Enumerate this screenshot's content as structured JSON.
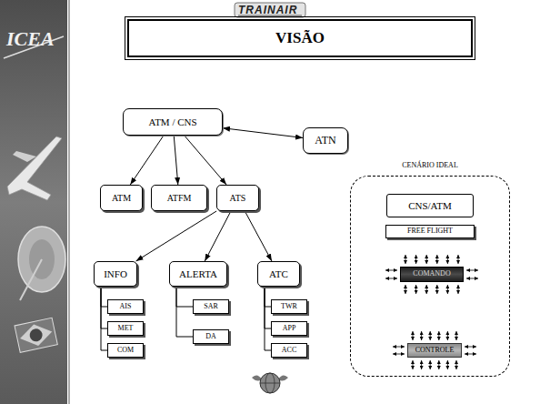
{
  "diagram": {
    "title": "VISÃO",
    "nodes": [
      {
        "text": [
          "ATM / CNS"
        ]
      },
      {
        "text": [
          "ATN"
        ]
      },
      {
        "text": [
          "ATM"
        ]
      },
      {
        "text": [
          "ATFM"
        ]
      },
      {
        "text": [
          "ATS"
        ]
      },
      {
        "text": [
          "INFO"
        ]
      },
      {
        "text": [
          "ALERTA"
        ]
      },
      {
        "text": [
          "ATC"
        ]
      },
      {
        "text": [
          "AIS"
        ]
      },
      {
        "text": [
          "MET"
        ]
      },
      {
        "text": [
          "COM"
        ]
      },
      {
        "text": [
          "SAR"
        ]
      },
      {
        "text": [
          "DA"
        ]
      },
      {
        "text": [
          "TWR"
        ]
      },
      {
        "text": [
          "APP"
        ]
      },
      {
        "text": [
          "ACC"
        ]
      },
      {
        "text": [
          "CENÁRIO IDEAL"
        ]
      },
      {
        "text": [
          "CNS/ATM"
        ],
        "in": 16
      },
      {
        "text": [
          "FREE FLIGHT"
        ],
        "in": 16
      },
      {
        "text": [
          "COMANDO"
        ],
        "in": 16
      },
      {
        "text": [
          "CONTROLE"
        ],
        "in": 16
      }
    ],
    "edges": [
      {
        "from": 0,
        "to": 1,
        "arrow": "both"
      },
      {
        "from": 0,
        "to": 2,
        "arrow": "to"
      },
      {
        "from": 0,
        "to": 3,
        "arrow": "to"
      },
      {
        "from": 0,
        "to": 4,
        "arrow": "to"
      },
      {
        "from": 4,
        "to": 5,
        "arrow": "to"
      },
      {
        "from": 4,
        "to": 6,
        "arrow": "to"
      },
      {
        "from": 4,
        "to": 7,
        "arrow": "to"
      },
      {
        "from": 5,
        "to": 8,
        "arrow": "none"
      },
      {
        "from": 5,
        "to": 9,
        "arrow": "none"
      },
      {
        "from": 5,
        "to": 10,
        "arrow": "none"
      },
      {
        "from": 6,
        "to": 11,
        "arrow": "none"
      },
      {
        "from": 6,
        "to": 12,
        "arrow": "none"
      },
      {
        "from": 7,
        "to": 13,
        "arrow": "none"
      },
      {
        "from": 7,
        "to": 14,
        "arrow": "none"
      },
      {
        "from": 7,
        "to": 15,
        "arrow": "none"
      }
    ],
    "labels": [
      "TRAINAIR",
      "ICEA"
    ]
  }
}
